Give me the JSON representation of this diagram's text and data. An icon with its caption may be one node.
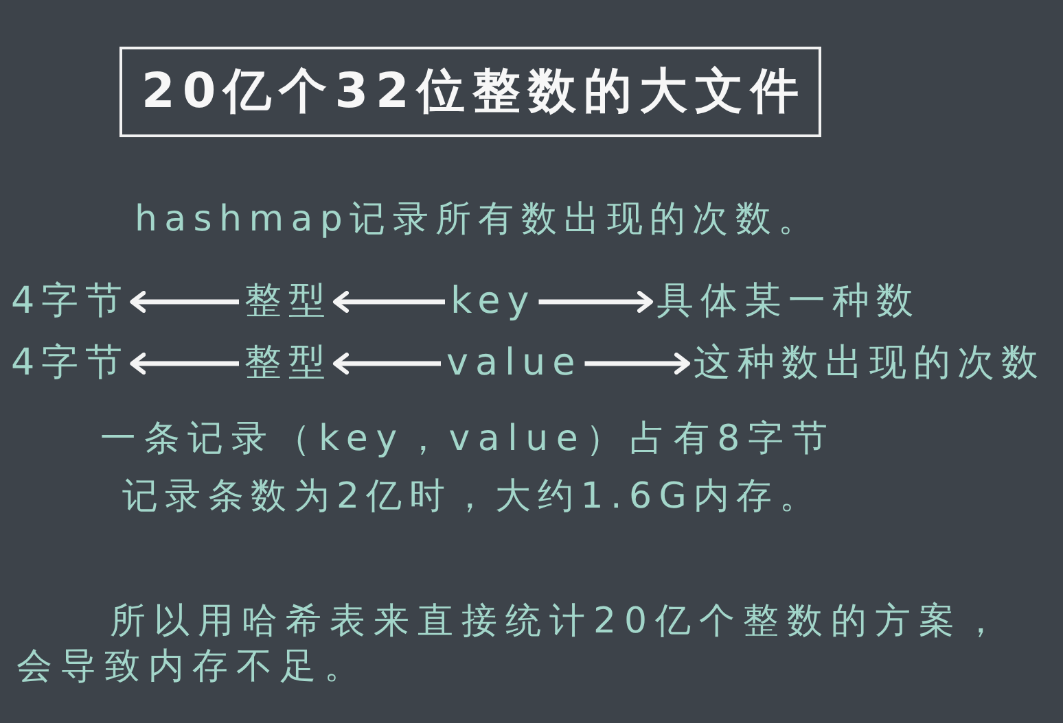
{
  "diagram": {
    "title": "20亿个32位整数的大文件",
    "nodes": [
      {
        "text": [
          "4字节"
        ]
      },
      {
        "text": [
          "整型"
        ]
      },
      {
        "text": [
          "key"
        ]
      },
      {
        "text": [
          "具体某一种数"
        ]
      },
      {
        "text": [
          "4字节"
        ]
      },
      {
        "text": [
          "整型"
        ]
      },
      {
        "text": [
          "value"
        ]
      },
      {
        "text": [
          "这种数出现的次数"
        ]
      }
    ],
    "edges": [
      {
        "from": 1,
        "to": 0,
        "arrow": "to"
      },
      {
        "from": 2,
        "to": 1,
        "arrow": "to"
      },
      {
        "from": 2,
        "to": 3,
        "arrow": "to"
      },
      {
        "from": 5,
        "to": 4,
        "arrow": "to"
      },
      {
        "from": 6,
        "to": 5,
        "arrow": "to"
      },
      {
        "from": 6,
        "to": 7,
        "arrow": "to"
      }
    ],
    "labels": [
      "hashmap记录所有数出现的次数。",
      "一条记录（key，value）占有8字节",
      "记录条数为2亿时，大约1.6G内存。",
      "所以用哈希表来直接统计20亿个整数的方案，会导致内存不足。"
    ]
  }
}
